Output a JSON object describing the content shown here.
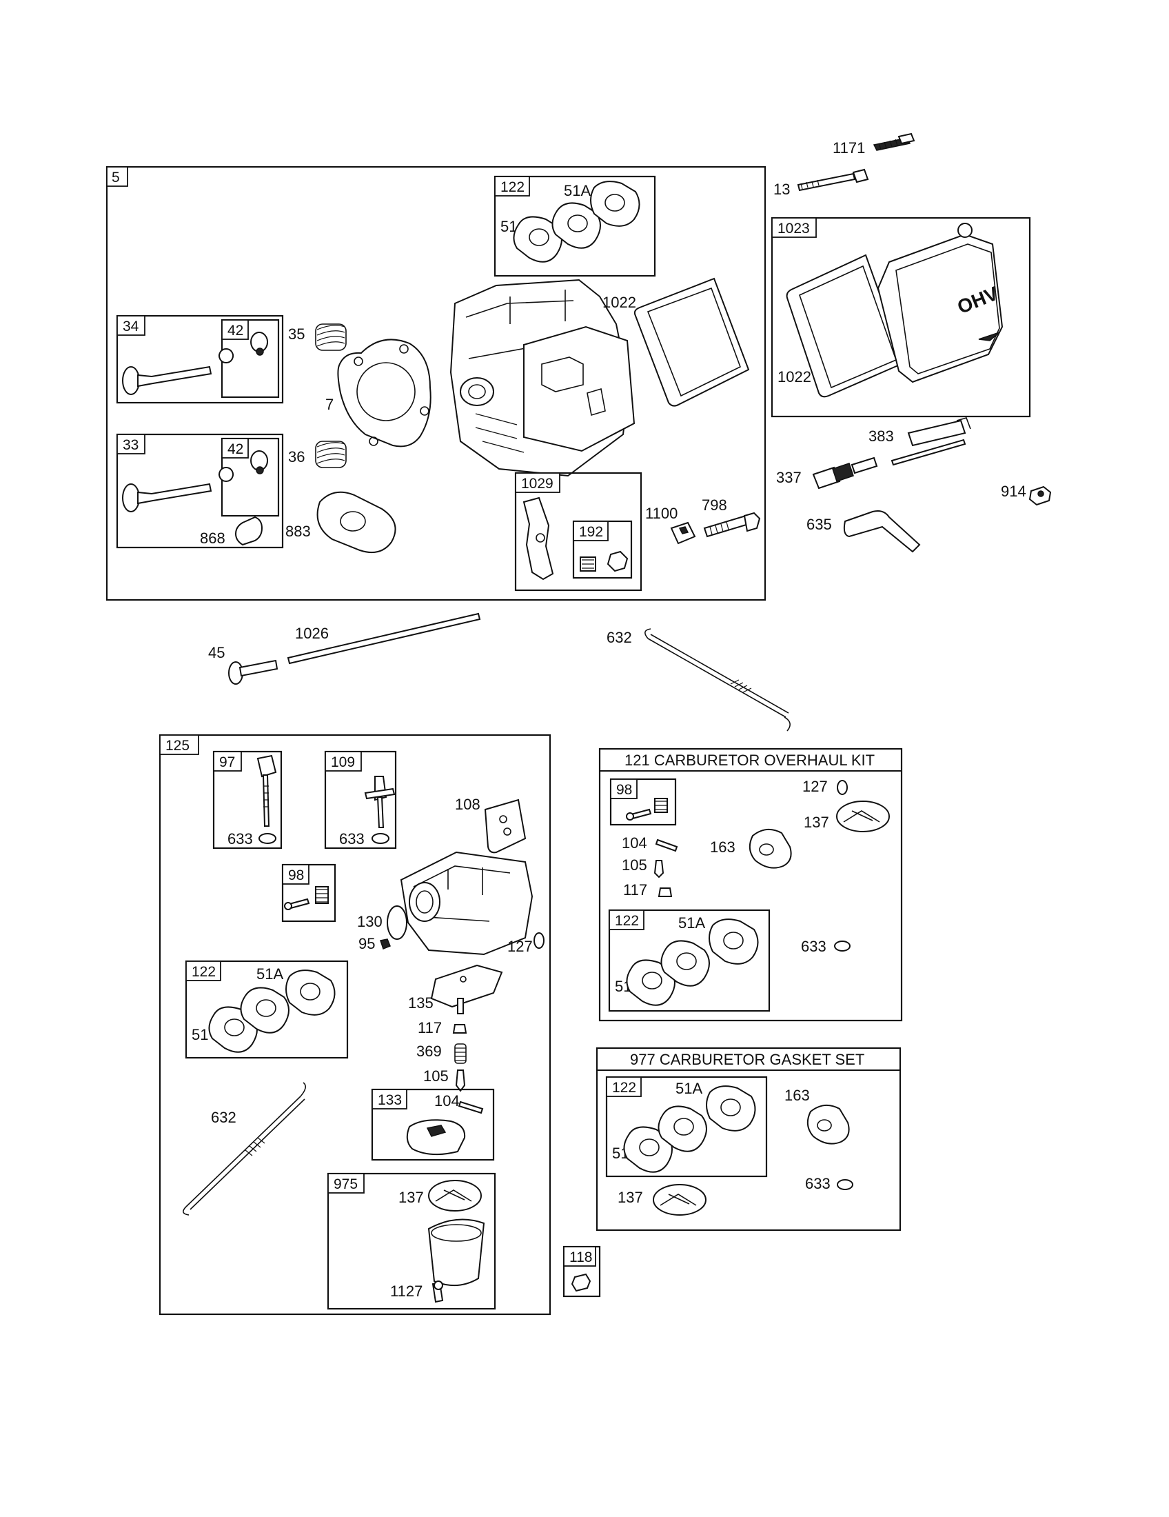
{
  "callouts": {
    "c1171": "1171",
    "c13": "13",
    "c5": "5",
    "c122a": "122",
    "c51Aa": "51A",
    "c51a": "51",
    "c1022a": "1022",
    "c1023": "1023",
    "c1022b": "1022",
    "c34": "34",
    "c42a": "42",
    "c35": "35",
    "c7": "7",
    "c33": "33",
    "c42b": "42",
    "c36": "36",
    "c868": "868",
    "c883": "883",
    "c1029": "1029",
    "c192": "192",
    "c1100": "1100",
    "c798": "798",
    "c383": "383",
    "c337": "337",
    "c914": "914",
    "c635": "635",
    "c45": "45",
    "c1026": "1026",
    "c632a": "632",
    "c125": "125",
    "c97": "97",
    "c633a": "633",
    "c109": "109",
    "c633b": "633",
    "c108": "108",
    "c98a": "98",
    "c130": "130",
    "c95": "95",
    "c127a": "127",
    "c122b": "122",
    "c51Ab": "51A",
    "c51b": "51",
    "c135": "135",
    "c117a": "117",
    "c369": "369",
    "c105a": "105",
    "c632b": "632",
    "c133": "133",
    "c104a": "104",
    "c975": "975",
    "c137a": "137",
    "c1127": "1127",
    "c118": "118",
    "c98b": "98",
    "c127b": "127",
    "c137b": "137",
    "c104b": "104",
    "c163a": "163",
    "c105b": "105",
    "c117b": "117",
    "c122c": "122",
    "c51Ac": "51A",
    "c51c": "51",
    "c633c": "633",
    "c122d": "122",
    "c51Ad": "51A",
    "c51d": "51",
    "c163b": "163",
    "c633d": "633",
    "c137c": "137"
  },
  "kits": {
    "overhaul_title": "121 CARBURETOR OVERHAUL KIT",
    "gasket_title": "977 CARBURETOR GASKET SET"
  },
  "cover_lettering": "OHV"
}
